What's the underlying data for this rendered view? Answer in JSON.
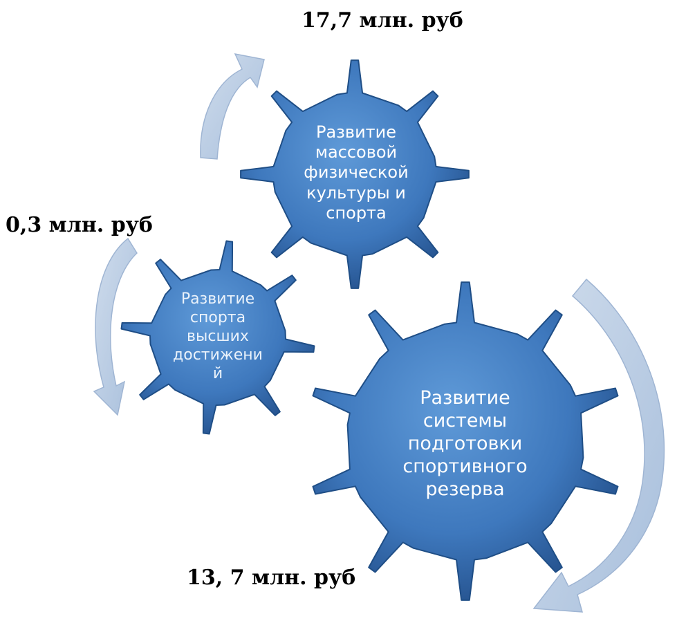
{
  "amounts": {
    "top": "17,7 млн. руб",
    "left": "0,3 млн. руб",
    "bottom": "13, 7 млн. руб"
  },
  "gears": [
    {
      "id": "top",
      "lines": [
        "Развитие",
        "массовой",
        "физической",
        "культуры и",
        "спорта"
      ]
    },
    {
      "id": "left",
      "lines": [
        "Развитие",
        "спорта",
        "высших",
        "достижени",
        "й"
      ]
    },
    {
      "id": "big",
      "lines": [
        "Развитие",
        "системы",
        "подготовки",
        "спортивного",
        "резерва"
      ]
    }
  ],
  "colors": {
    "gear_fill": "#3f7cc2",
    "gear_edge": "#1f4e86",
    "arrow_fill": "#b9cbe2",
    "arrow_edge": "#97b0d0"
  },
  "icons": [
    "gear-top",
    "gear-left",
    "gear-big",
    "arrow-top",
    "arrow-left",
    "arrow-right"
  ]
}
